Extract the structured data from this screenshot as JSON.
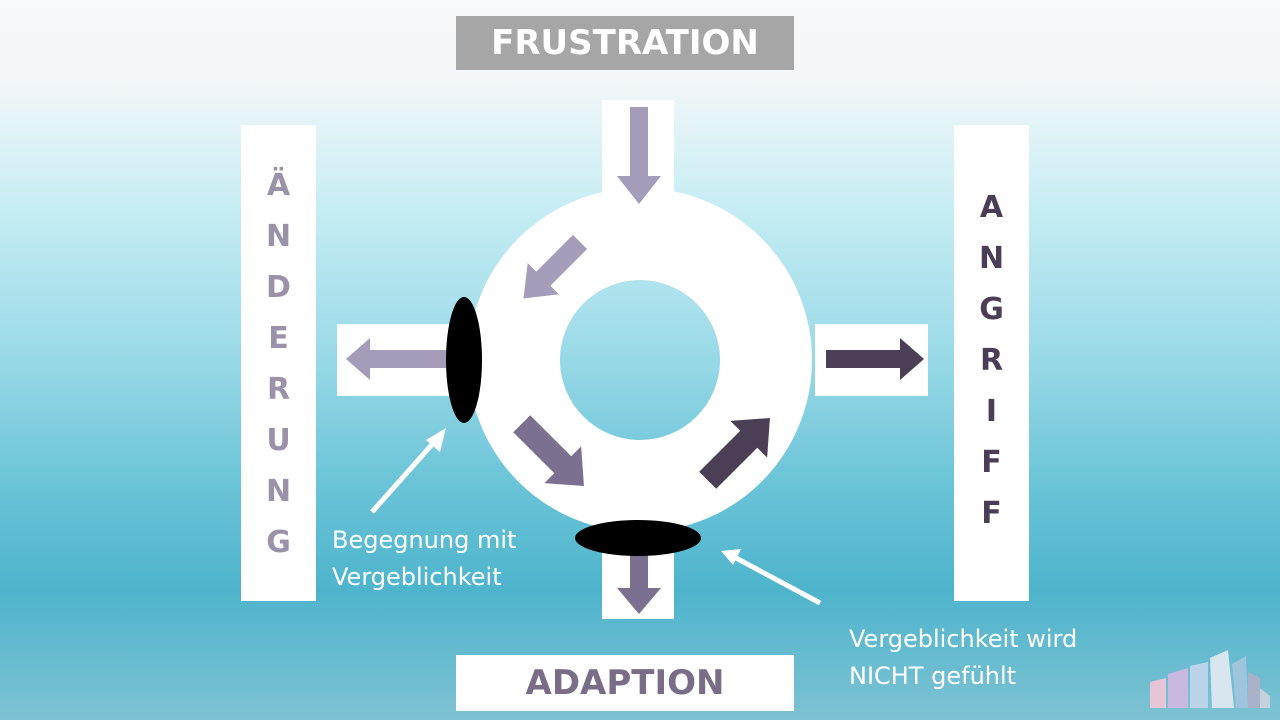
{
  "top_label": "FRUSTRATION",
  "bottom_label": "ADAPTION",
  "left_label": [
    "Ä",
    "N",
    "D",
    "E",
    "R",
    "U",
    "N",
    "G"
  ],
  "right_label": [
    "A",
    "N",
    "G",
    "R",
    "I",
    "F",
    "F"
  ],
  "note_left": [
    "Begegnung mit",
    "Vergeblichkeit"
  ],
  "note_right": [
    "Vergeblichkeit wird",
    "NICHT gefühlt"
  ],
  "colors": {
    "light_arrow": "#a49cb8",
    "mid_arrow": "#7b7090",
    "dark_arrow": "#4b3f55",
    "marker": "#000000",
    "white_box": "#ffffff",
    "title_grey": "#a6a6a6"
  }
}
